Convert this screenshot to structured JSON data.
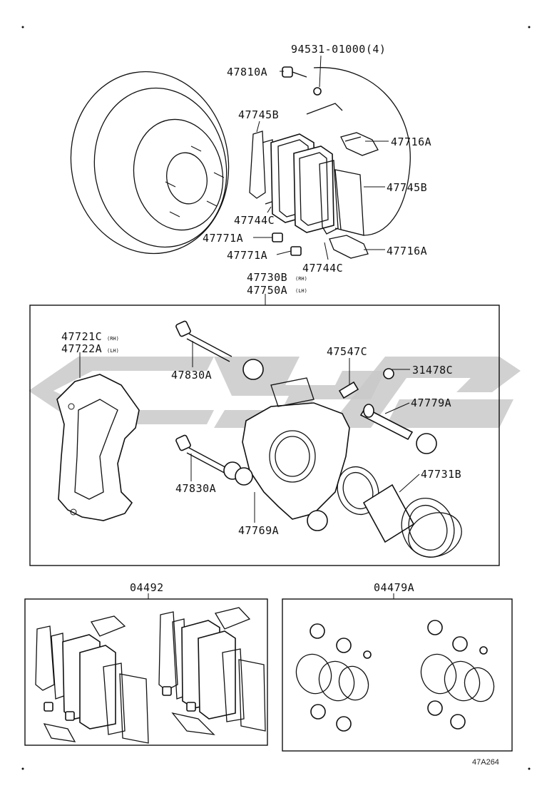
{
  "parts": {
    "bolt_top": "94531-01000(4)",
    "p47810A": "47810A",
    "p47745B_top": "47745B",
    "p47716A_top": "47716A",
    "p47745B_right": "47745B",
    "p47744C_left": "47744C",
    "p47771A_a": "47771A",
    "p47771A_b": "47771A",
    "p47716A_bottom": "47716A",
    "p47744C_bottom": "47744C",
    "p47730B": "47730B",
    "p47750A": "47750A",
    "p47721C": "47721C",
    "p47722A": "47722A",
    "p47830A_top": "47830A",
    "p47547C": "47547C",
    "p31478C": "31478C",
    "p47779A": "47779A",
    "p47830A_bottom": "47830A",
    "p47731B": "47731B",
    "p47769A": "47769A",
    "kit_pads": "04492",
    "kit_seals": "04479A"
  },
  "side_marks": {
    "rh": "(RH)",
    "lh": "(LH)"
  },
  "figure_ref": "47A264",
  "watermark_color": "#c9c9c9"
}
